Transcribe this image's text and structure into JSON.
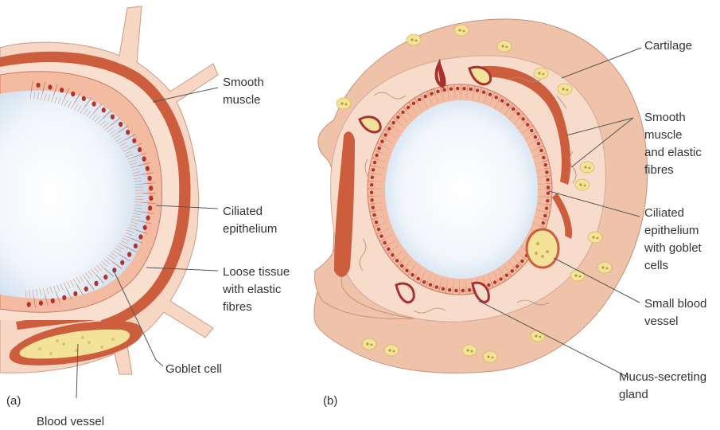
{
  "panel_a": {
    "letter": "(a)",
    "labels": {
      "smooth_muscle": [
        "Smooth",
        "muscle"
      ],
      "ciliated_epithelium": [
        "Ciliated",
        "epithelium"
      ],
      "loose_tissue": [
        "Loose tissue",
        "with elastic",
        "fibres"
      ],
      "goblet_cell": [
        "Goblet cell"
      ],
      "blood_vessel": [
        "Blood vessel"
      ]
    }
  },
  "panel_b": {
    "letter": "(b)",
    "labels": {
      "cartilage": [
        "Cartilage"
      ],
      "smooth_muscle_elastic": [
        "Smooth",
        "muscle",
        "and elastic",
        "fibres"
      ],
      "ciliated_goblet": [
        "Ciliated",
        "epithelium",
        "with goblet",
        "cells"
      ],
      "small_blood_vessel": [
        "Small blood",
        "vessel"
      ],
      "mucus_gland": [
        "Mucus-secreting",
        "gland"
      ]
    }
  },
  "colors": {
    "tissue": "#f7d6c4",
    "tissue_dark": "#efc2aa",
    "muscle": "#cc5e3e",
    "cell": "#f4bba3",
    "nucleus": "#b5322a",
    "lumen": "#dce8f4",
    "fat": "#f3e39a",
    "gland": "#a8302e"
  }
}
